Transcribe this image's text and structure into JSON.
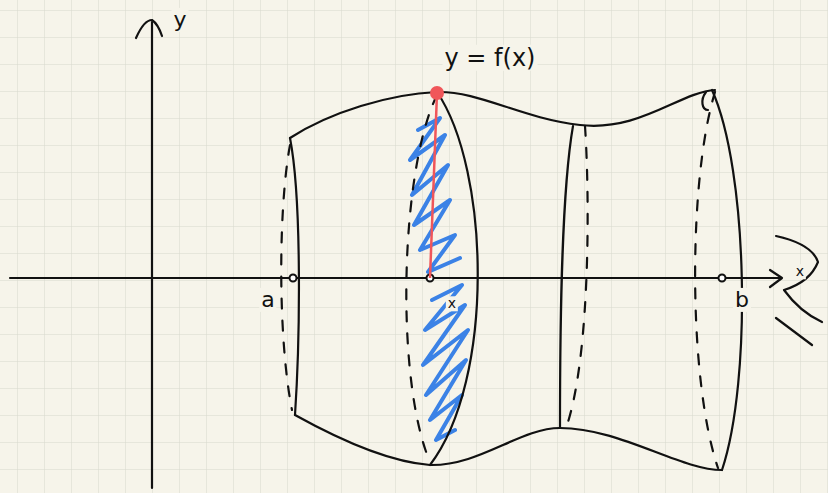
{
  "diagram": {
    "labels": [
      "y",
      "y = f(x)",
      "a",
      "x",
      "b",
      "x"
    ]
  }
}
